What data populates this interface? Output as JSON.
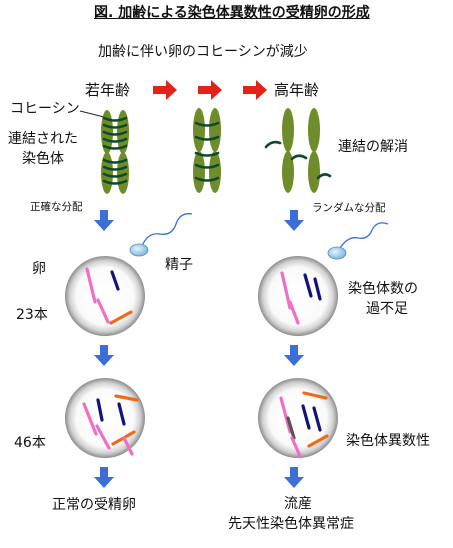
{
  "title": "図.  加齢による染色体異数性の受精卵の形成",
  "subtitle": "加齢に伴い卵のコヒーシンが減少",
  "ages": {
    "young": "若年齢",
    "old": "高年齢"
  },
  "labels": {
    "cohesin": "コヒーシン",
    "linked_line1": "連結された",
    "linked_line2": "染色体",
    "unlinked": "連結の解消",
    "correct_division": "正確な分配",
    "random_division": "ランダムな分配",
    "egg": "卵",
    "sperm": "精子",
    "count_23": "23本",
    "count_46": "46本",
    "excess_line1": "染色体数の",
    "excess_line2": "過不足",
    "aneuploidy": "染色体異数性",
    "normal_result": "正常の受精卵",
    "abnormal_result_line1": "流産",
    "abnormal_result_line2": "先天性染色体異常症"
  },
  "colors": {
    "chromosome_green": "#6e8c2a",
    "cohesin_ring": "#0d4a2a",
    "arrow_red": "#e2231a",
    "arrow_blue": "#3b6fd6",
    "pink": "#ee6fc4",
    "navy": "#12137a",
    "orange": "#ef6a16",
    "gray": "#555555",
    "sperm_head": "#9fd0ef"
  }
}
